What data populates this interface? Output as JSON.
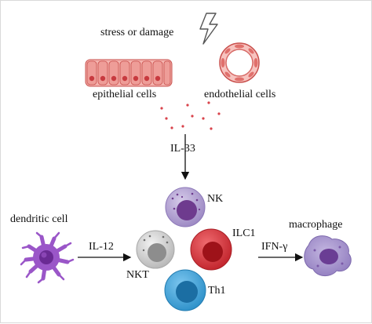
{
  "diagram": {
    "trigger_label": "stress or damage",
    "epithelial_label": "epithelial cells",
    "endothelial_label": "endothelial cells",
    "cytokine_il33": "IL-33",
    "dendritic_label": "dendritic cell",
    "cytokine_il12": "IL-12",
    "nk_label": "NK",
    "nkt_label": "NKT",
    "ilc1_label": "ILC1",
    "th1_label": "Th1",
    "cytokine_ifng": "IFN-γ",
    "macrophage_label": "macrophage"
  },
  "colors": {
    "epithelial": "#e8827d",
    "nk": "#a995cc",
    "nkt": "#c9c9c9",
    "ilc1": "#d42e35",
    "th1": "#2e9ed6",
    "dendritic": "#9a56c8",
    "macrophage": "#9e8ac6",
    "dots": "#d9434b"
  }
}
